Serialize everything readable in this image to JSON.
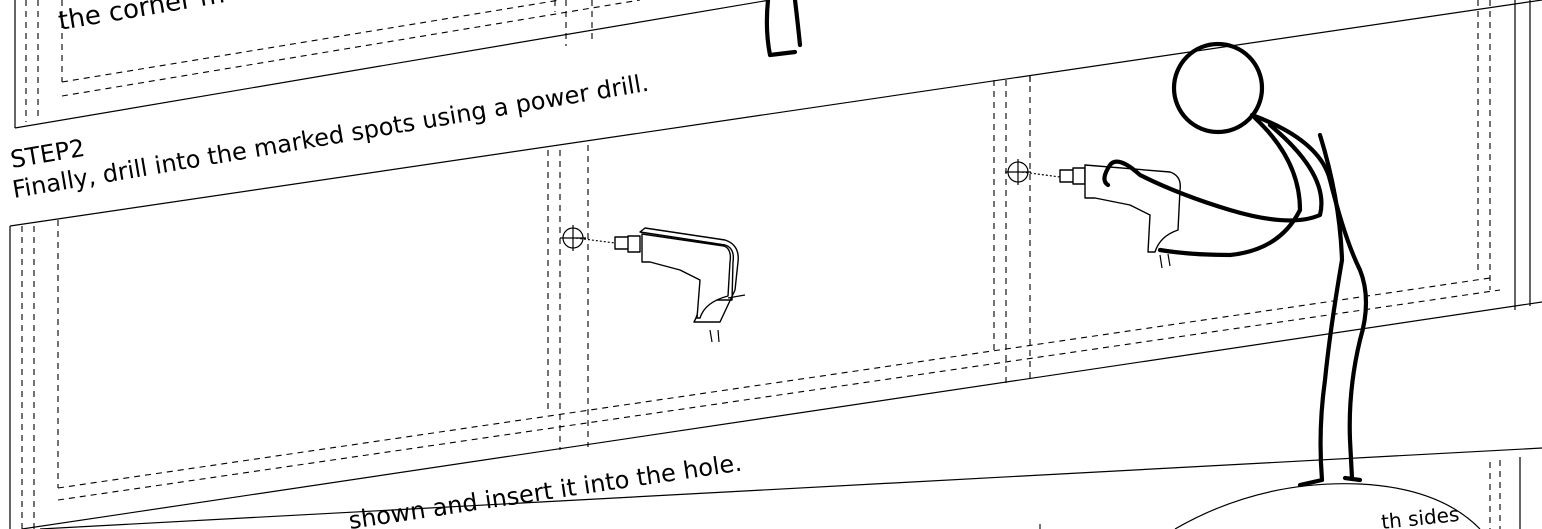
{
  "page": {
    "background": "#ffffff",
    "ink": "#000000"
  },
  "top_text": "the corner m",
  "step2": {
    "heading": "STEP2",
    "instruction": "Finally, drill into the marked spots using a power drill."
  },
  "step3_partial": "shown and insert it into the hole.",
  "bubble_partial": "th sides",
  "icons": [
    "power-drill-icon",
    "stick-figure-icon",
    "drill-mark-icon"
  ]
}
